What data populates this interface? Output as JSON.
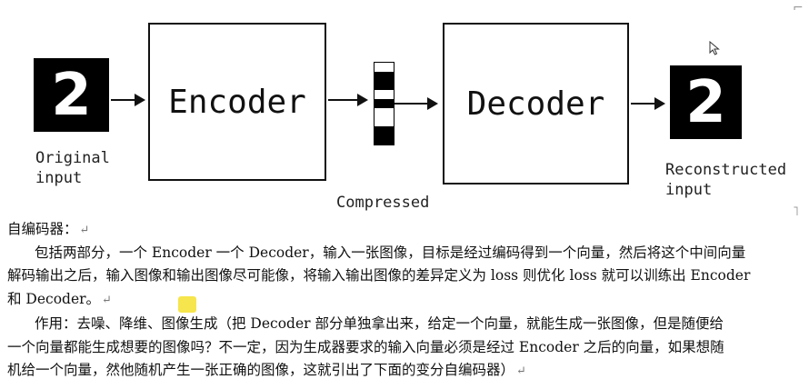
{
  "diagram": {
    "input_digit": "2",
    "output_digit": "2",
    "encoder_label": "Encoder",
    "decoder_label": "Decoder",
    "compressed_label": "Compressed",
    "original_input_label": "Original\ninput",
    "reconstructed_input_label": "Reconstructed\ninput",
    "code_cells": [
      "white",
      "black",
      "black",
      "white",
      "black",
      "white",
      "white",
      "black",
      "black"
    ]
  },
  "text": {
    "heading": "自编码器：",
    "para1_line1": "包括两部分，一个 Encoder 一个 Decoder，输入一张图像，目标是经过编码得到一个向量，然后将这个中间向量",
    "para1_line2": "解码输出之后，输入图像和输出图像尽可能像，将输入输出图像的差异定义为 loss 则优化 loss 就可以训练出 Encoder",
    "para1_line3": "和 Decoder。",
    "para2_line1": "作用：去噪、降维、图像生成（把 Decoder 部分单独拿出来，给定一个向量，就能生成一张图像，但是随便给",
    "para2_line2": "一个向量都能生成想要的图像吗？不一定，因为生成器要求的输入向量必须是经过 Encoder 之后的向量，如果想随",
    "para2_line3": "机给一个向量，然他随机产生一张正确的图像，这就引出了下面的变分自编码器）",
    "return_mark": "↵"
  }
}
